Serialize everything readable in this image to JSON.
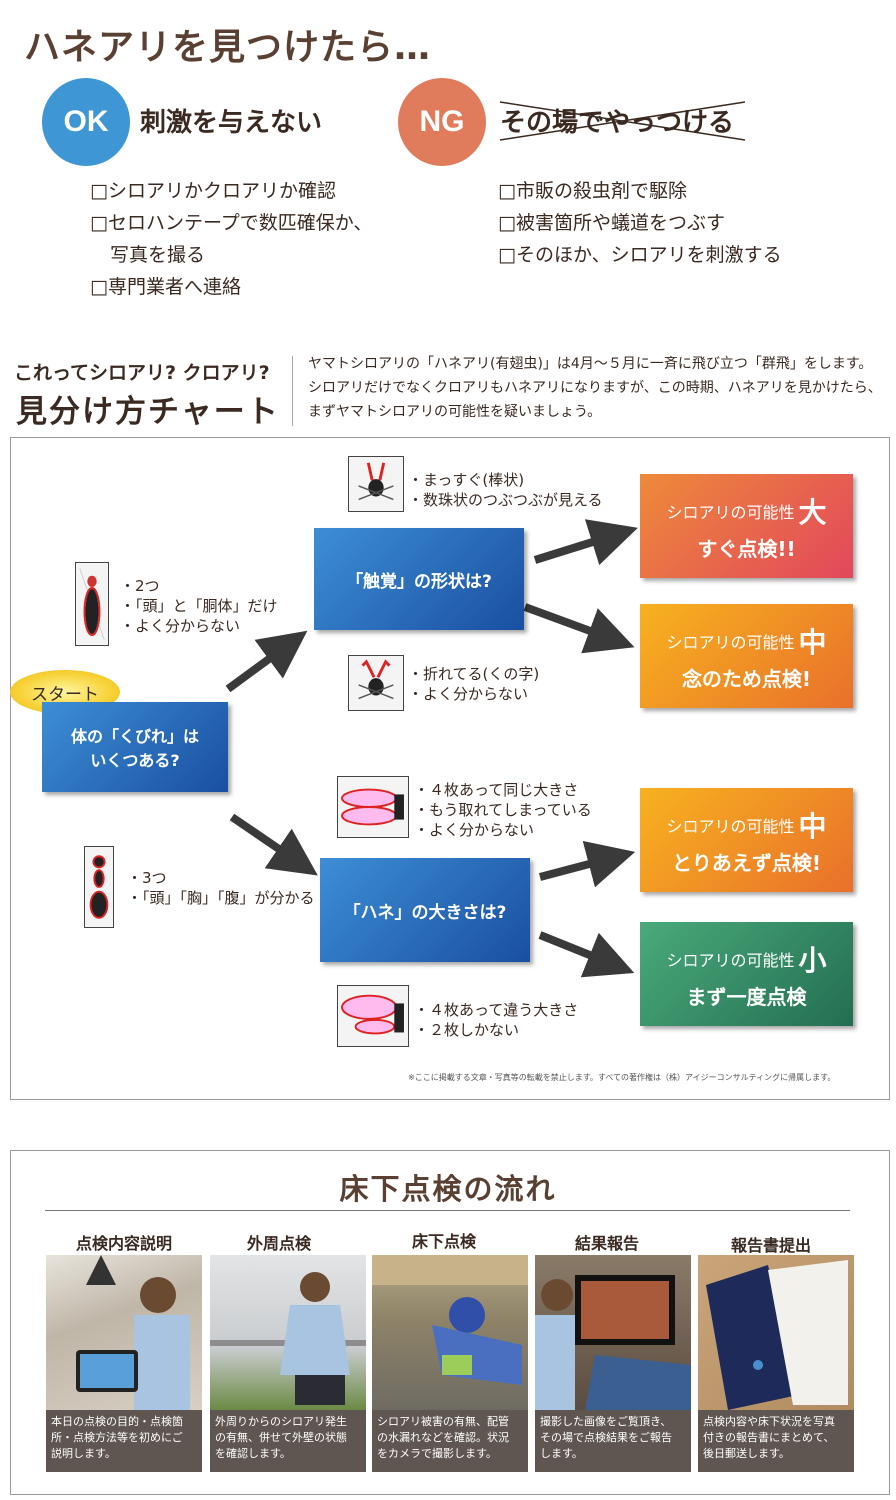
{
  "title": "ハネアリを見つけたら…",
  "ok": {
    "badge": "OK",
    "heading": "刺激を与えない",
    "items": [
      "□シロアリかクロアリか確認",
      "□セロハンテープで数匹確保か、",
      "写真を撮る",
      "□専門業者へ連絡"
    ]
  },
  "ng": {
    "badge": "NG",
    "heading": "その場でやっつける",
    "items": [
      "□市販の殺虫剤で駆除",
      "□被害箇所や蟻道をつぶす",
      "□そのほか、シロアリを刺激する"
    ]
  },
  "chart_header": {
    "sub": "これってシロアリ? クロアリ?",
    "main": "見分け方チャート",
    "intro": [
      "ヤマトシロアリの「ハネアリ(有翅虫)」は4月～５月に一斉に飛び立つ「群飛」をします。",
      "シロアリだけでなくクロアリもハネアリになりますが、この時期、ハネアリを見かけたら、",
      "まずヤマトシロアリの可能性を疑いましょう。"
    ]
  },
  "chart": {
    "start": "スタート",
    "q_waist": [
      "体の「くびれ」は",
      "いくつある?"
    ],
    "q_antenna": "「触覚」の形状は?",
    "q_wing": "「ハネ」の大きさは?",
    "waist_two": [
      "・2つ",
      "・「頭」と「胴体」だけ",
      "・よく分からない"
    ],
    "waist_three": [
      "・3つ",
      "・「頭」「胸」「腹」が分かる"
    ],
    "antenna_straight": [
      "・まっすぐ(棒状)",
      "・数珠状のつぶつぶが見える"
    ],
    "antenna_bent": [
      "・折れてる(くの字)",
      "・よく分からない"
    ],
    "wing_same": [
      "・４枚あって同じ大きさ",
      "・もう取れてしまっている",
      "・よく分からない"
    ],
    "wing_diff": [
      "・４枚あって違う大きさ",
      "・２枚しかない"
    ],
    "results": [
      {
        "prefix": "シロアリの可能性",
        "level": "大",
        "action": "すぐ点検!!"
      },
      {
        "prefix": "シロアリの可能性",
        "level": "中",
        "action": "念のため点検!"
      },
      {
        "prefix": "シロアリの可能性",
        "level": "中",
        "action": "とりあえず点検!"
      },
      {
        "prefix": "シロアリの可能性",
        "level": "小",
        "action": "まず一度点検"
      }
    ],
    "copyright": "※ここに掲載する文章・写真等の転載を禁止します。すべての著作権は（株）アイジーコンサルティングに帰属します。"
  },
  "flow": {
    "title": "床下点検の流れ",
    "steps": [
      {
        "label": "点検内容説明",
        "caption": [
          "本日の点検の目的・点検箇",
          "所・点検方法等を初めにご",
          "説明します。"
        ]
      },
      {
        "label": "外周点検",
        "caption": [
          "外周りからのシロアリ発生",
          "の有無、併せて外壁の状態",
          "を確認します。"
        ]
      },
      {
        "label": "床下点検",
        "caption": [
          "シロアリ被害の有無、配管",
          "の水漏れなどを確認。状況",
          "をカメラで撮影します。"
        ]
      },
      {
        "label": "結果報告",
        "caption": [
          "撮影した画像をご覧頂き、",
          "その場で点検結果をご報告",
          "します。"
        ]
      },
      {
        "label": "報告書提出",
        "caption": [
          "点検内容や床下状況を写真",
          "付きの報告書にまとめて、",
          "後日郵送します。"
        ]
      }
    ]
  },
  "colors": {
    "ok": "#3e97d4",
    "ng": "#e07b5b",
    "blue_box": "#2462b5",
    "text": "#3a2a22"
  }
}
